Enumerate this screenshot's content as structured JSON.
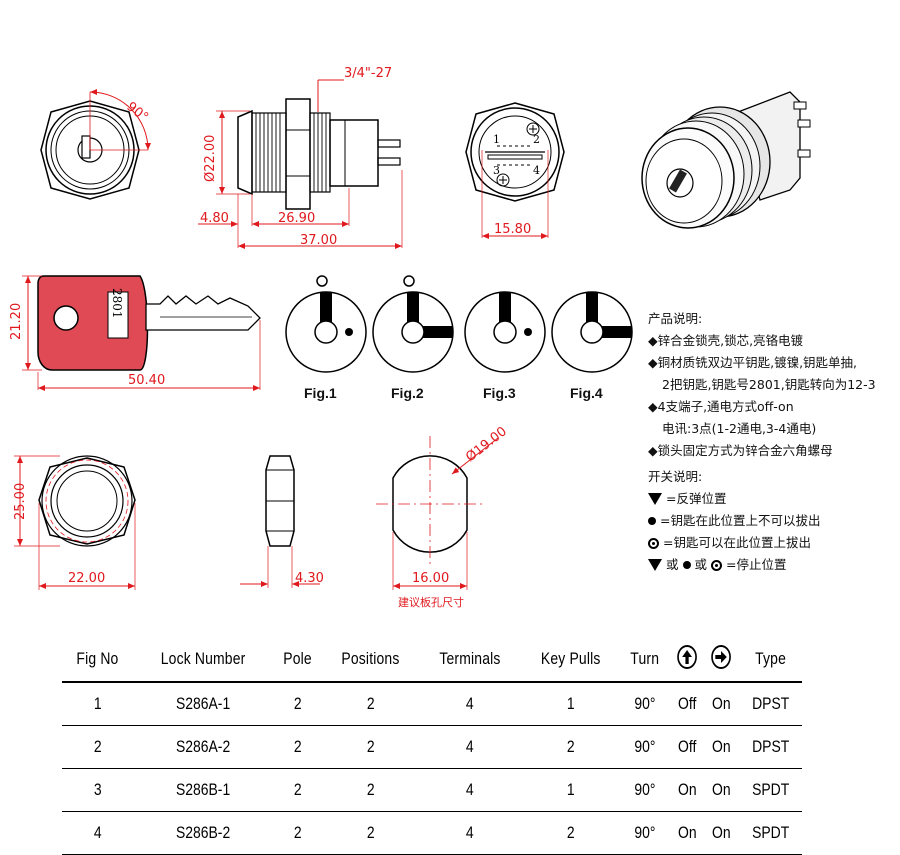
{
  "dimensions": {
    "thread": "3/4\"-27",
    "angle": "90°",
    "diameter": "Ø22.00",
    "flange": "4.80",
    "body_len": "26.90",
    "total_len": "37.00",
    "back_width": "15.80",
    "key_height": "21.20",
    "key_len": "50.40",
    "key_number": "2801",
    "nut_height": "25.00",
    "nut_width": "22.00",
    "nut_thick": "4.30",
    "hole_dia": "Ø19.00",
    "hole_flat": "16.00",
    "hole_caption": "建议板孔尺寸"
  },
  "terminals": [
    "1",
    "2",
    "3",
    "4"
  ],
  "figures": [
    "Fig.1",
    "Fig.2",
    "Fig.3",
    "Fig.4"
  ],
  "product_notes": {
    "title": "产品说明:",
    "lines": [
      "◆锌合金锁壳,锁芯,亮铬电镀",
      "◆铜材质铣双边平钥匙,镀镍,钥匙单抽,",
      "2把钥匙,钥匙号2801,钥匙转向为12-3",
      "◆4支端子,通电方式off-on",
      "电讯:3点(1-2通电,3-4通电)",
      "◆锁头固定方式为锌合金六角螺母"
    ]
  },
  "switch_notes": {
    "title": "开关说明:",
    "spring_back": "=反弹位置",
    "key_not_removable": "=钥匙在此位置上不可以拔出",
    "key_removable": "=钥匙可以在此位置上拔出",
    "or1": "或",
    "or2": "或",
    "stop": "=停止位置"
  },
  "table": {
    "headers": [
      "Fig No",
      "Lock Number",
      "Pole",
      "Positions",
      "Terminals",
      "Key Pulls",
      "Turn",
      "up-arrow-icon",
      "right-arrow-icon",
      "Type"
    ],
    "rows": [
      [
        "1",
        "S286A-1",
        "2",
        "2",
        "4",
        "1",
        "90°",
        "Off",
        "On",
        "DPST"
      ],
      [
        "2",
        "S286A-2",
        "2",
        "2",
        "4",
        "2",
        "90°",
        "Off",
        "On",
        "DPST"
      ],
      [
        "3",
        "S286B-1",
        "2",
        "2",
        "4",
        "1",
        "90°",
        "On",
        "On",
        "SPDT"
      ],
      [
        "4",
        "S286B-2",
        "2",
        "2",
        "4",
        "2",
        "90°",
        "On",
        "On",
        "SPDT"
      ]
    ]
  },
  "colors": {
    "dimension": "#e0191e",
    "key_body": "#e04a55"
  }
}
